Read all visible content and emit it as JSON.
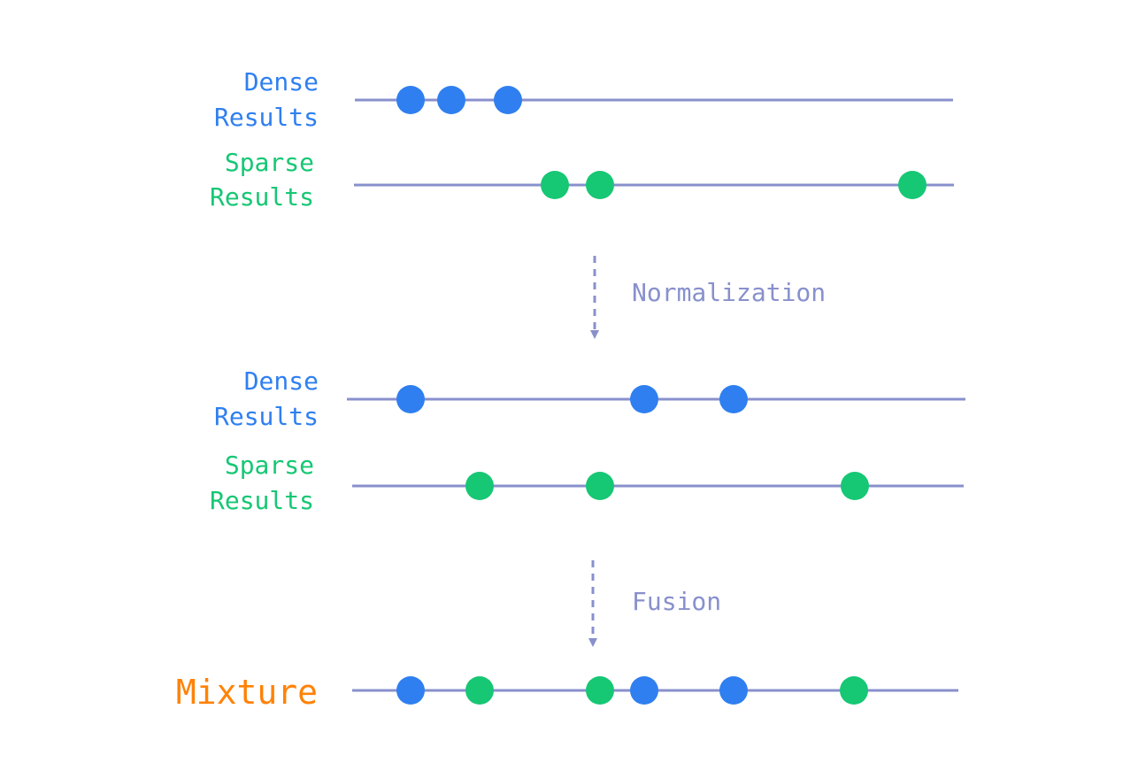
{
  "colors": {
    "dense": "#2f7ff0",
    "sparse": "#16c774",
    "mixture": "#ff8208",
    "line": "#8890cc",
    "arrow": "#8890cc"
  },
  "top": {
    "dense_label": [
      "Dense",
      "Results"
    ],
    "sparse_label": [
      "Sparse",
      "Results"
    ]
  },
  "normalization": {
    "label": "Normalization"
  },
  "middle": {
    "dense_label": [
      "Dense",
      "Results"
    ],
    "sparse_label": [
      "Sparse",
      "Results"
    ]
  },
  "fusion": {
    "label": "Fusion"
  },
  "bottom": {
    "mixture_label": "Mixture"
  }
}
